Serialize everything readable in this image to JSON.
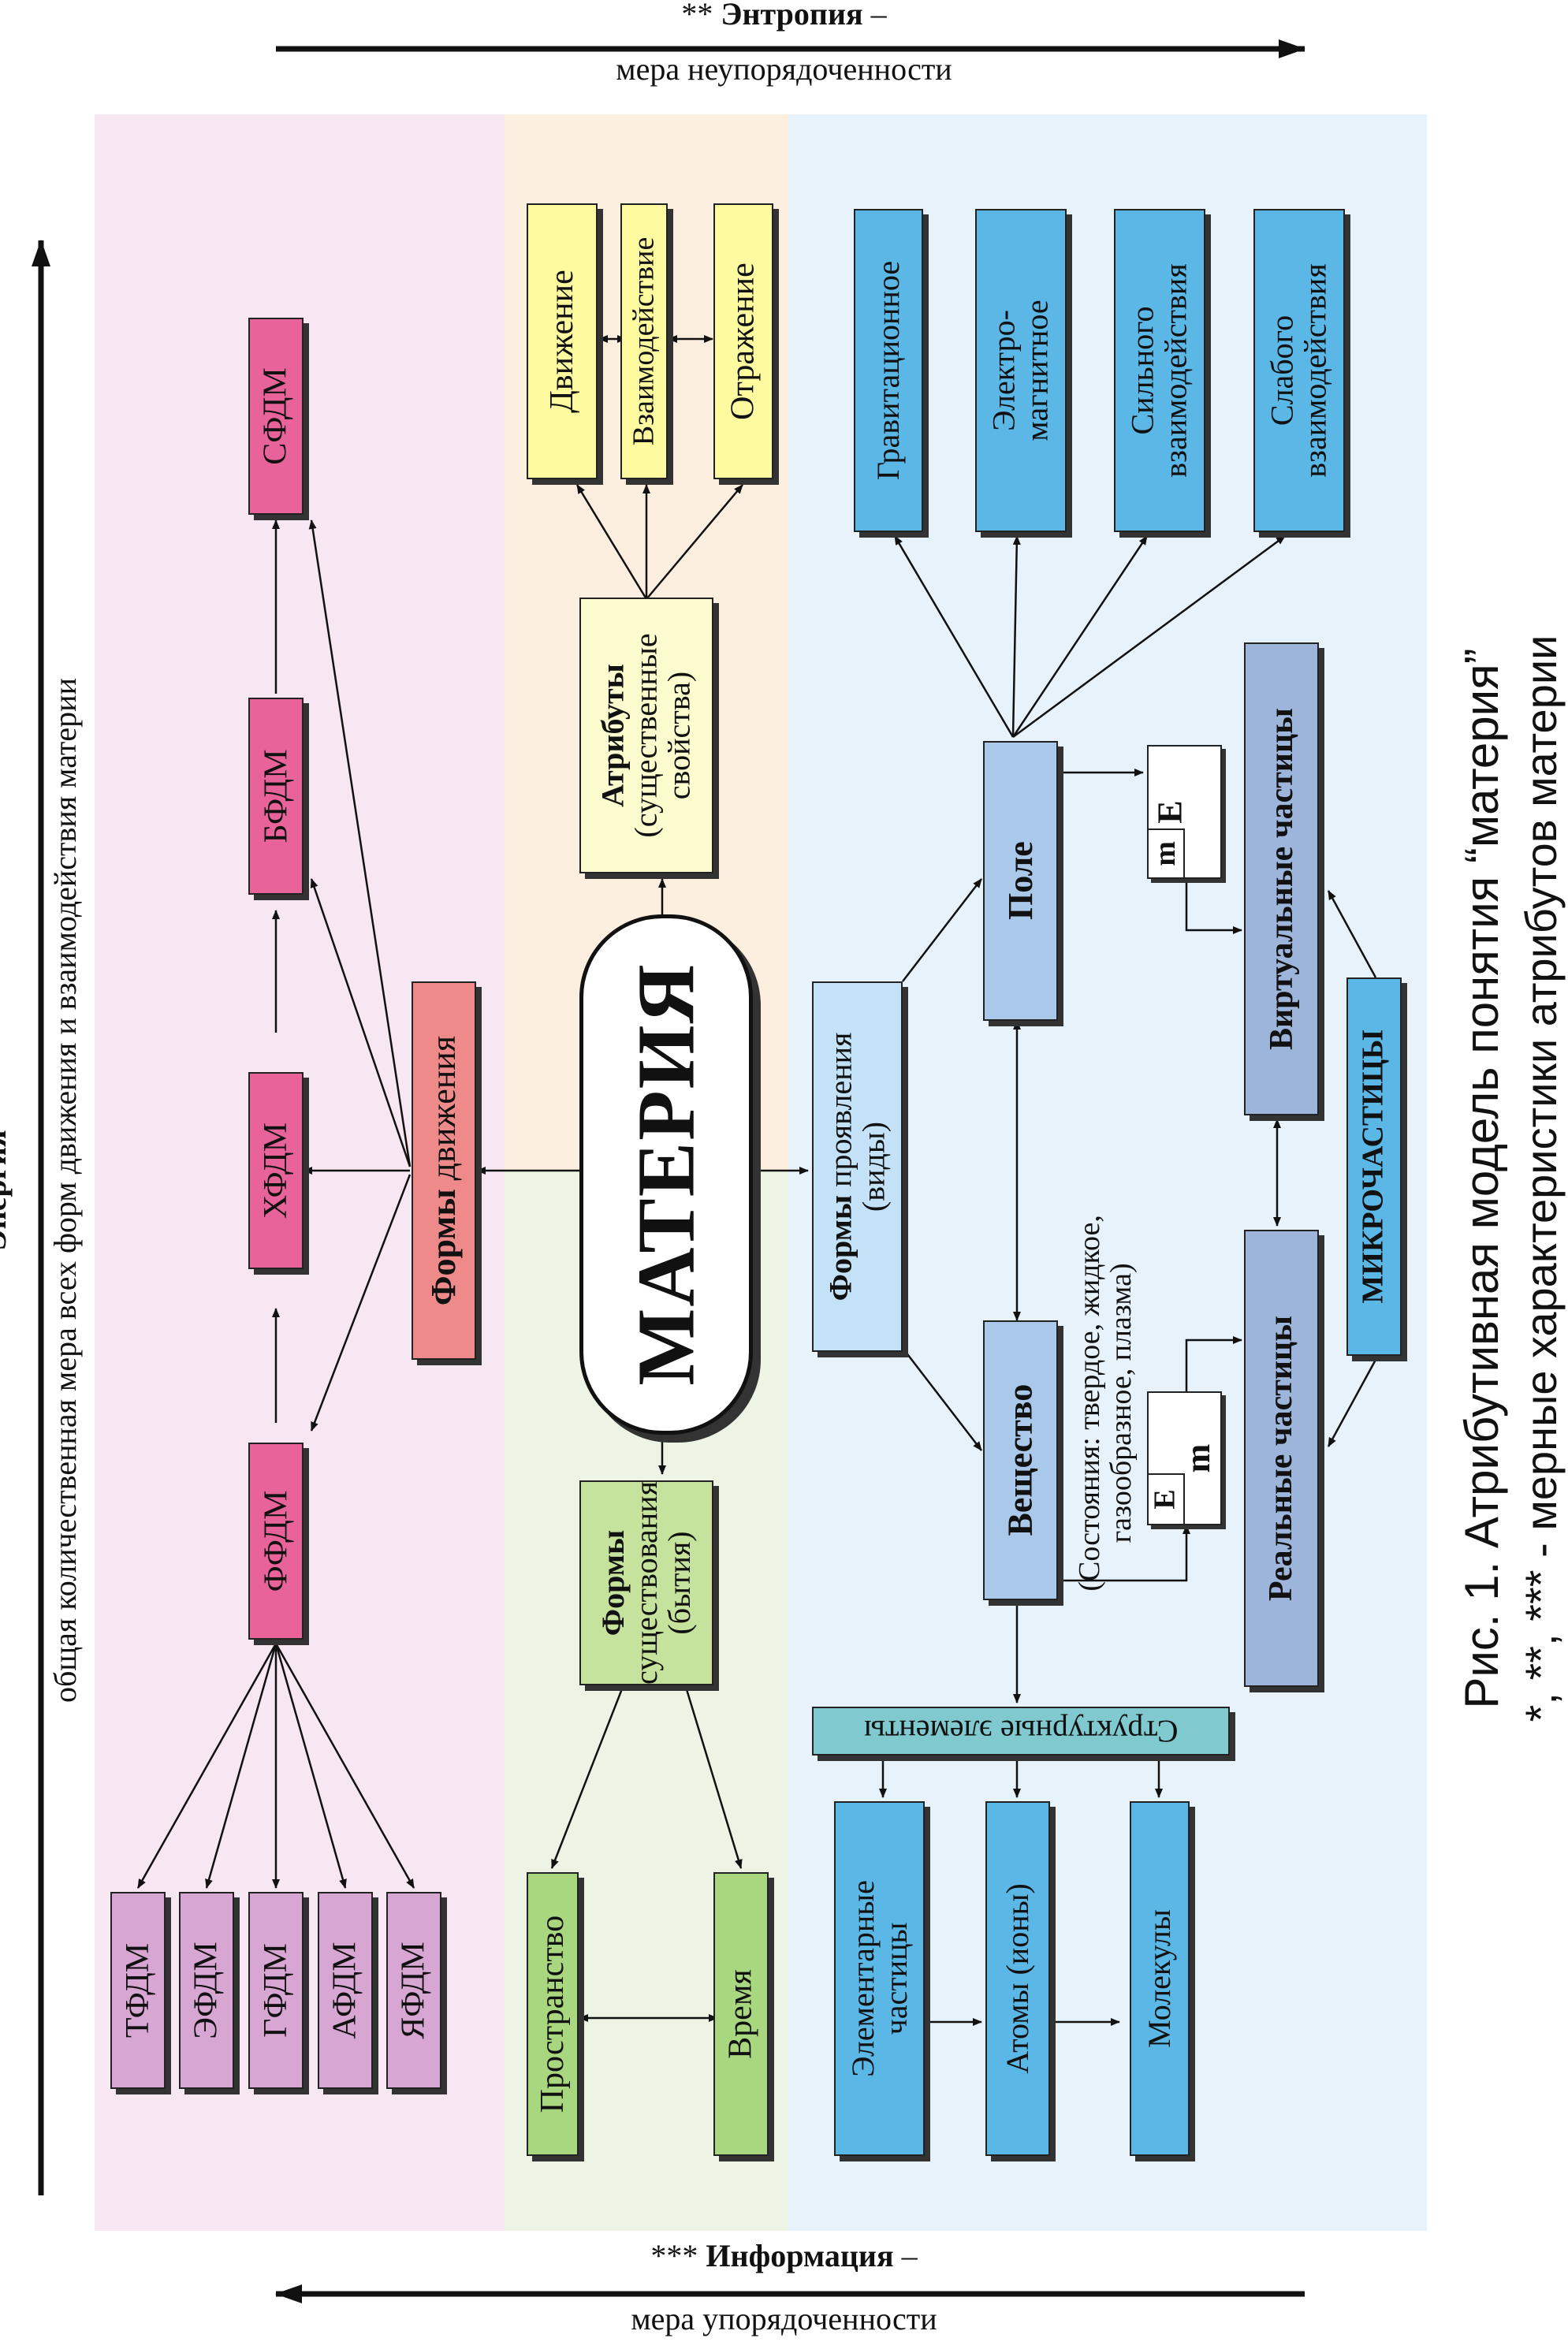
{
  "top_axis": {
    "prefix": "** ",
    "term": "Энтропия",
    "suffix": " –",
    "desc": "мера неупорядоченности"
  },
  "bottom_axis": {
    "prefix": "*** ",
    "term": "Информация",
    "suffix": " –",
    "desc": "мера упорядоченности"
  },
  "left_axis": {
    "prefix": "* ",
    "term": "Энергия",
    "suffix": " –",
    "desc": "общая количественная мера всех форм движения и взаимодействия материи"
  },
  "caption": {
    "line1": "Рис. 1. Атрибутивная модель понятия “материя”",
    "line2": "*, **, *** - мерные характеристики атрибутов материи"
  },
  "center": {
    "label": "МАТЕРИЯ"
  },
  "motion": {
    "title_bold": "Формы",
    "title_rest": " движения",
    "upper": [
      "СФДМ",
      "БФДМ",
      "ХФДМ",
      "ФФДМ"
    ],
    "lower": [
      "ТФДМ",
      "ЭФДМ",
      "ГФДМ",
      "АФДМ",
      "ЯФДМ"
    ]
  },
  "attributes": {
    "title_bold": "Атрибуты",
    "title_line2": "(существенные",
    "title_line3": "свойства)",
    "items": [
      "Движение",
      "Взаимодействие",
      "Отражение"
    ]
  },
  "existence": {
    "title_bold": "Формы",
    "title_line2": "существования",
    "title_line3": "(бытия)",
    "items": [
      "Пространство",
      "Время"
    ]
  },
  "manifestation": {
    "title_bold": "Формы",
    "title_rest": " проявления",
    "title_line2": "(виды)",
    "field": "Поле",
    "substance": "Вещество",
    "substance_states_1": "(Состояния: твердое, жидкое,",
    "substance_states_2": "газообразное, плазма)",
    "interactions": [
      "Гравитационное",
      "Электро-|магнитное",
      "Сильного|взаимодействия",
      "Слабого|взаимодействия"
    ],
    "virtual": "Виртуальные частицы",
    "real": "Реальные частицы",
    "micro": "МИКРОЧАСТИЦЫ",
    "em_field": {
      "big": "E",
      "small": "m"
    },
    "em_substance": {
      "big": "m",
      "small": "E"
    },
    "structural": "Структурные элементы",
    "structures": [
      "Элементарные|частицы",
      "Атомы (ионы)",
      "Молекулы"
    ]
  },
  "colors": {
    "band_pink": "#f7e7f3",
    "band_orange": "#fcefe0",
    "band_green": "#eef4e5",
    "band_blue": "#e7f2fb",
    "sfdm": "#e8639a",
    "tfdm": "#d8a6d3",
    "forms_motion": "#ef8a8a",
    "attr_items": "#fefaa0",
    "existence": "#a9d77f",
    "interaction": "#5ab7e6",
    "particles": "#9db5da"
  }
}
